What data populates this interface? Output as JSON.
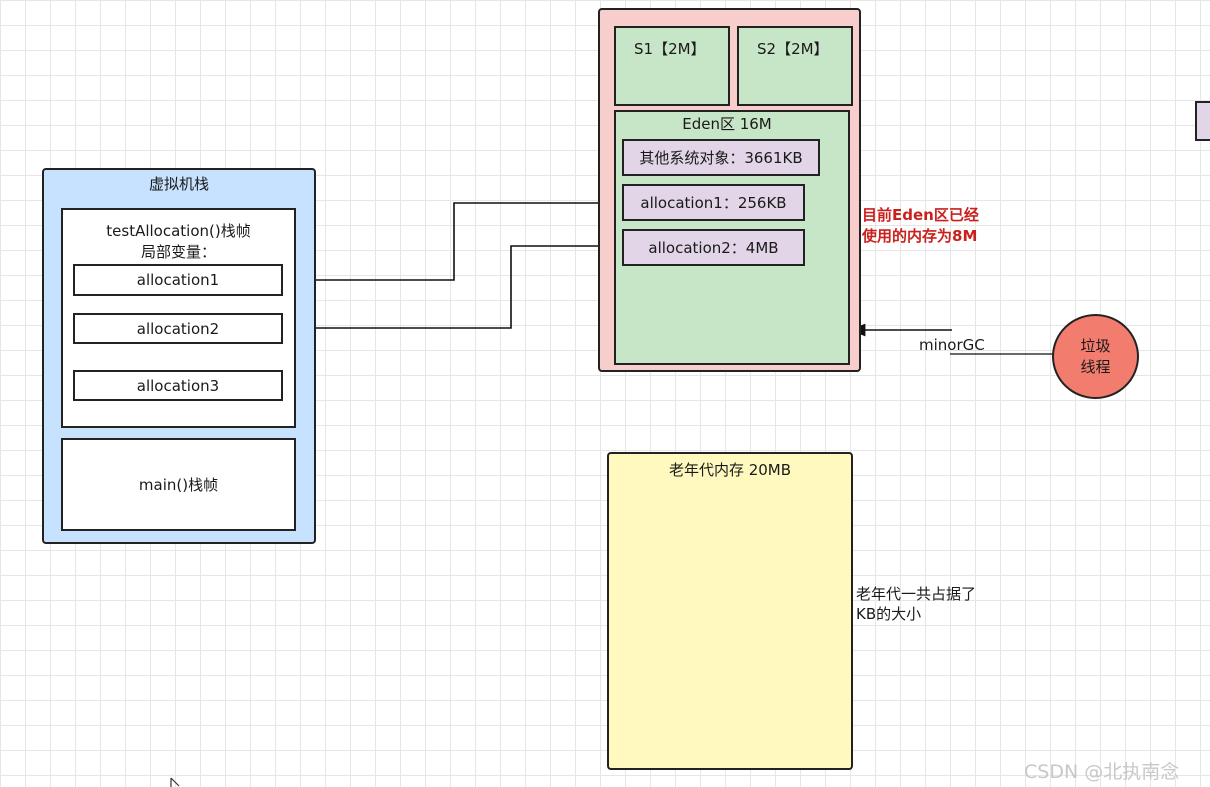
{
  "jvm_stack": {
    "title": "虚拟机栈",
    "test_frame": {
      "title_line1": "testAllocation()栈帧",
      "title_line2": "局部变量：",
      "vars": [
        "allocation1",
        "allocation2",
        "allocation3"
      ]
    },
    "main_frame": "main()栈帧"
  },
  "young_gen": {
    "s1": "S1【2M】",
    "s2": "S2【2M】",
    "eden": {
      "title": "Eden区 16M",
      "objects": [
        "其他系统对象：3661KB",
        "allocation1：256KB",
        "allocation2：4MB"
      ]
    }
  },
  "eden_annotation": {
    "line1": "目前Eden区已经",
    "line2": "使用的内存为8M",
    "color": "#c9211e"
  },
  "gc": {
    "label": "minorGC",
    "thread_line1": "垃圾",
    "thread_line2": "线程",
    "thread_color": "#f27d6f"
  },
  "old_gen": {
    "title": "老年代内存 20MB",
    "annotation_line1": "老年代一共占据了",
    "annotation_line2": "KB的大小",
    "fill": "#fff9bf"
  },
  "colors": {
    "jvm_stack_fill": "#c6e2ff",
    "young_gen_fill": "#f8cecc",
    "eden_fill": "#c7e5c7",
    "object_fill": "#e1d5e7"
  },
  "watermark": "CSDN @北执南念"
}
